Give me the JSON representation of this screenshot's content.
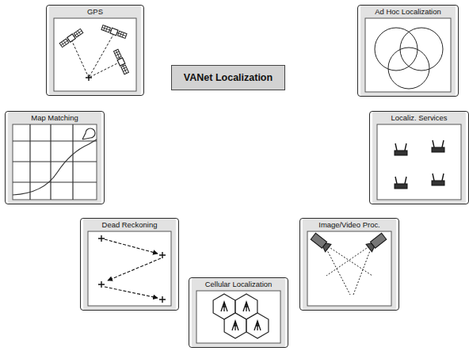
{
  "diagram": {
    "nodes": [
      {
        "text": [
          "GPS"
        ]
      },
      {
        "text": [
          "Ad Hoc Localization"
        ]
      },
      {
        "text": [
          "VANet Localization"
        ]
      },
      {
        "text": [
          "Map Matching"
        ]
      },
      {
        "text": [
          "Localiz. Services"
        ]
      },
      {
        "text": [
          "Dead Reckoning"
        ]
      },
      {
        "text": [
          "Image/Video Proc."
        ]
      },
      {
        "text": [
          "Cellular Localization"
        ]
      }
    ]
  }
}
